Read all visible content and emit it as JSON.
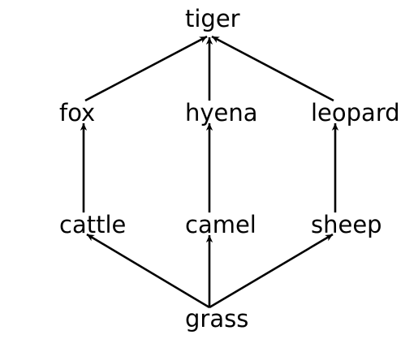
{
  "diagram": {
    "type": "food-web",
    "nodes": [
      {
        "id": "tiger",
        "label": "tiger"
      },
      {
        "id": "fox",
        "label": "fox"
      },
      {
        "id": "hyena",
        "label": "hyena"
      },
      {
        "id": "leopard",
        "label": "leopard"
      },
      {
        "id": "cattle",
        "label": "cattle"
      },
      {
        "id": "camel",
        "label": "camel"
      },
      {
        "id": "sheep",
        "label": "sheep"
      },
      {
        "id": "grass",
        "label": "grass"
      }
    ],
    "edges": [
      {
        "from": "grass",
        "to": "cattle"
      },
      {
        "from": "grass",
        "to": "camel"
      },
      {
        "from": "grass",
        "to": "sheep"
      },
      {
        "from": "cattle",
        "to": "fox"
      },
      {
        "from": "camel",
        "to": "hyena"
      },
      {
        "from": "sheep",
        "to": "leopard"
      },
      {
        "from": "fox",
        "to": "tiger"
      },
      {
        "from": "hyena",
        "to": "tiger"
      },
      {
        "from": "leopard",
        "to": "tiger"
      }
    ],
    "colors": {
      "line": "#000000",
      "text": "#000000",
      "background": "#ffffff"
    }
  }
}
